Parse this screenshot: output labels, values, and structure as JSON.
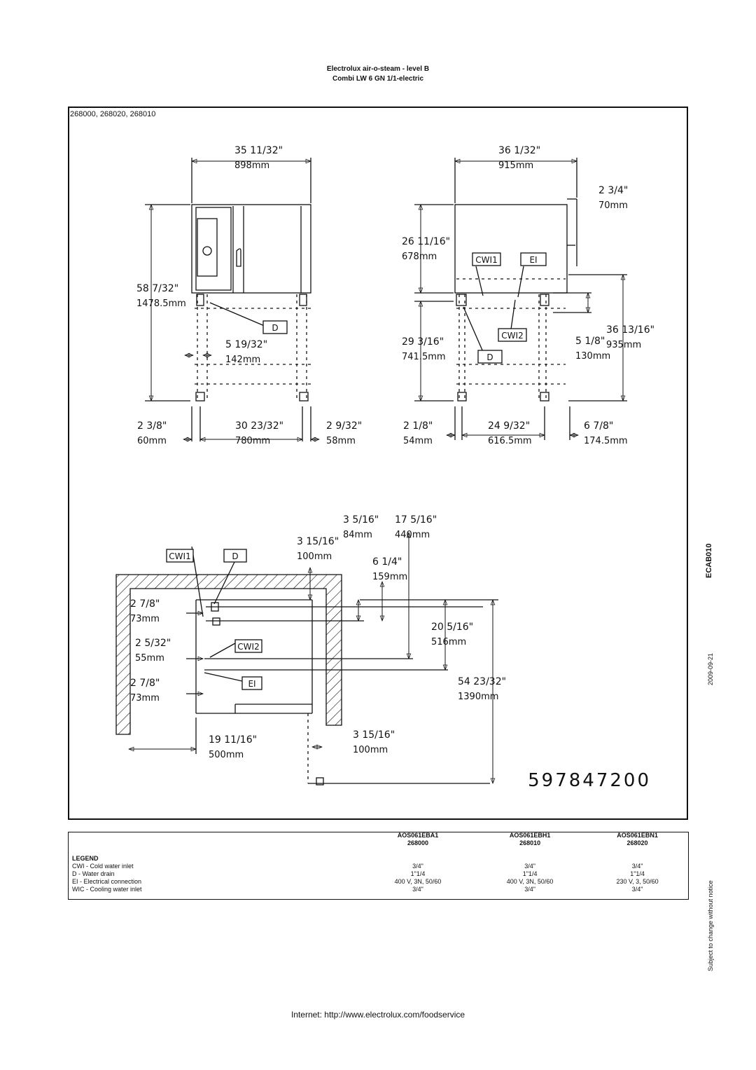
{
  "header": {
    "line1": "Electrolux air-o-steam - level B",
    "line2": "Combi LW 6 GN 1/1-electric"
  },
  "drawing": {
    "model_numbers": "268000, 268020, 268010",
    "drawing_number": "597847200",
    "labels": {
      "cwi1": "CWI1",
      "cwi2": "CWI2",
      "d": "D",
      "ei": "EI"
    },
    "front": {
      "width_in": "35 11/32\"",
      "width_mm": "898mm",
      "height_in": "58 7/32\"",
      "height_mm": "1478.5mm",
      "drain_in": "5 19/32\"",
      "drain_mm": "142mm",
      "leg_left_in": "2 3/8\"",
      "leg_left_mm": "60mm",
      "leg_span_in": "30 23/32\"",
      "leg_span_mm": "780mm",
      "leg_right_in": "2 9/32\"",
      "leg_right_mm": "58mm"
    },
    "side": {
      "width_in": "36 1/32\"",
      "width_mm": "915mm",
      "back_in": "2 3/4\"",
      "back_mm": "70mm",
      "body_in": "26 11/16\"",
      "body_mm": "678mm",
      "lower_in": "29 3/16\"",
      "lower_mm": "741.5mm",
      "ei_in": "5 1/8\"",
      "ei_mm": "130mm",
      "total_in": "36 13/16\"",
      "total_mm": "935mm",
      "leg_left_in": "2 1/8\"",
      "leg_left_mm": "54mm",
      "leg_span_in": "24 9/32\"",
      "leg_span_mm": "616.5mm",
      "leg_right_in": "6 7/8\"",
      "leg_right_mm": "174.5mm"
    },
    "plan": {
      "a_in": "3 5/16\"",
      "a_mm": "84mm",
      "b_in": "17 5/16\"",
      "b_mm": "440mm",
      "c_in": "3 15/16\"",
      "c_mm": "100mm",
      "d_in": "6 1/4\"",
      "d_mm": "159mm",
      "cwi1_in": "2 7/8\"",
      "cwi1_mm": "73mm",
      "cwi2_in": "2 5/32\"",
      "cwi2_mm": "55mm",
      "ei_in": "2 7/8\"",
      "ei_mm": "73mm",
      "e_in": "20 5/16\"",
      "e_mm": "516mm",
      "f_in": "54 23/32\"",
      "f_mm": "1390mm",
      "wall_in": "19 11/16\"",
      "wall_mm": "500mm",
      "g_in": "3 15/16\"",
      "g_mm": "100mm"
    }
  },
  "side_texts": {
    "code": "ECAB010",
    "date": "2009-09-21",
    "notice": "Subject to change without notice"
  },
  "legend": {
    "title": "LEGEND",
    "models": [
      {
        "code": "AOS061EBA1",
        "number": "268000"
      },
      {
        "code": "AOS061EBH1",
        "number": "268010"
      },
      {
        "code": "AOS061EBN1",
        "number": "268020"
      }
    ],
    "rows": [
      {
        "label": "CWI - Cold water inlet",
        "values": [
          "3/4\"",
          "3/4\"",
          "3/4\""
        ]
      },
      {
        "label": "D - Water drain",
        "values": [
          "1\"1/4",
          "1\"1/4",
          "1\"1/4"
        ]
      },
      {
        "label": "EI - Electrical connection",
        "values": [
          "400 V, 3N, 50/60",
          "400 V, 3N, 50/60",
          "230 V, 3, 50/60"
        ]
      },
      {
        "label": "WIC - Cooling water inlet",
        "values": [
          "3/4\"",
          "3/4\"",
          "3/4\""
        ]
      }
    ]
  },
  "footer": {
    "internet": "Internet: http://www.electrolux.com/foodservice"
  }
}
